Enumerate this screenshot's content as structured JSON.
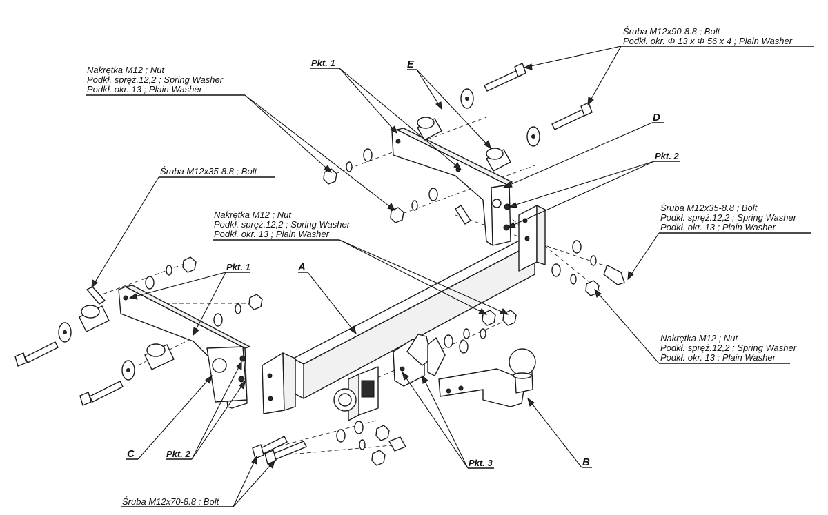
{
  "callouts": {
    "bolt_m12x90": {
      "line1": "Śruba M12x90-8.8 ;  Bolt",
      "line2": "Podkł. okr. Φ 13 x Φ 56 x 4 ; Plain Washer"
    },
    "nut_top_left": {
      "line1": "Nakrętka  M12 ; Nut",
      "line2": "Podkł. spręż.12,2 ; Spring Washer",
      "line3": "Podkł. okr. 13 ; Plain Washer"
    },
    "bolt_m12x35_left": {
      "line1": "Śruba M12x35-8.8 ;  Bolt"
    },
    "nut_center": {
      "line1": "Nakrętka  M12 ; Nut",
      "line2": "Podkł. spręż.12,2 ; Spring Washer",
      "line3": "Podkł. okr. 13 ; Plain Washer"
    },
    "bolt_m12x35_right": {
      "line1": "Śruba M12x35-8.8 ;  Bolt",
      "line2": "Podkł. spręż.12,2 ; Spring Washer",
      "line3": "Podkł. okr. 13 ; Plain Washer"
    },
    "nut_right": {
      "line1": "Nakrętka  M12 ; Nut",
      "line2": "Podkł. spręż.12,2 ; Spring Washer",
      "line3": "Podkł. okr. 13 ; Plain Washer"
    },
    "bolt_m12x70": {
      "line1": "Śruba M12x70-8.8 ;  Bolt"
    }
  },
  "tags": {
    "pkt1_top": "Pkt. 1",
    "pkt1_left": "Pkt. 1",
    "pkt2_right": "Pkt. 2",
    "pkt2_bottom": "Pkt. 2",
    "pkt3": "Pkt. 3"
  },
  "letters": {
    "A": "A",
    "B": "B",
    "C": "C",
    "D": "D",
    "E": "E"
  }
}
